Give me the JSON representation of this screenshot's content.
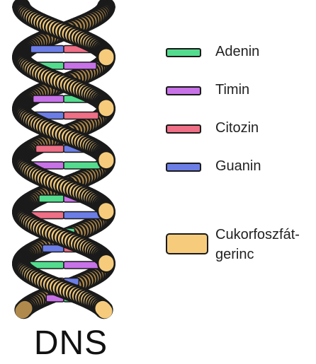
{
  "title": "DNS",
  "colors": {
    "adenine": "#54dc8e",
    "thymine": "#c872e8",
    "cytosine": "#ee6f86",
    "guanine": "#6c7ee6",
    "backbone": "#f6cc7c",
    "backbone_shadow": "#b08a4c",
    "outline": "#1a1a1a"
  },
  "legend": [
    {
      "key": "adenine",
      "label": "Adenin"
    },
    {
      "key": "thymine",
      "label": "Timin"
    },
    {
      "key": "cytosine",
      "label": "Citozin"
    },
    {
      "key": "guanine",
      "label": "Guanin"
    },
    {
      "key": "backbone",
      "label": "Cukorfoszfát-\ngerinc"
    }
  ],
  "base_pairs": [
    [
      "thymine",
      "adenine"
    ],
    [
      "guanine",
      "cytosine"
    ],
    [
      "adenine",
      "thymine"
    ],
    [
      "cytosine",
      "guanine"
    ],
    [
      "thymine",
      "adenine"
    ],
    [
      "guanine",
      "cytosine"
    ],
    [
      "adenine",
      "thymine"
    ],
    [
      "cytosine",
      "guanine"
    ],
    [
      "thymine",
      "adenine"
    ],
    [
      "guanine",
      "cytosine"
    ],
    [
      "adenine",
      "thymine"
    ],
    [
      "cytosine",
      "guanine"
    ],
    [
      "thymine",
      "adenine"
    ],
    [
      "guanine",
      "cytosine"
    ],
    [
      "adenine",
      "thymine"
    ],
    [
      "cytosine",
      "guanine"
    ],
    [
      "thymine",
      "adenine"
    ]
  ]
}
